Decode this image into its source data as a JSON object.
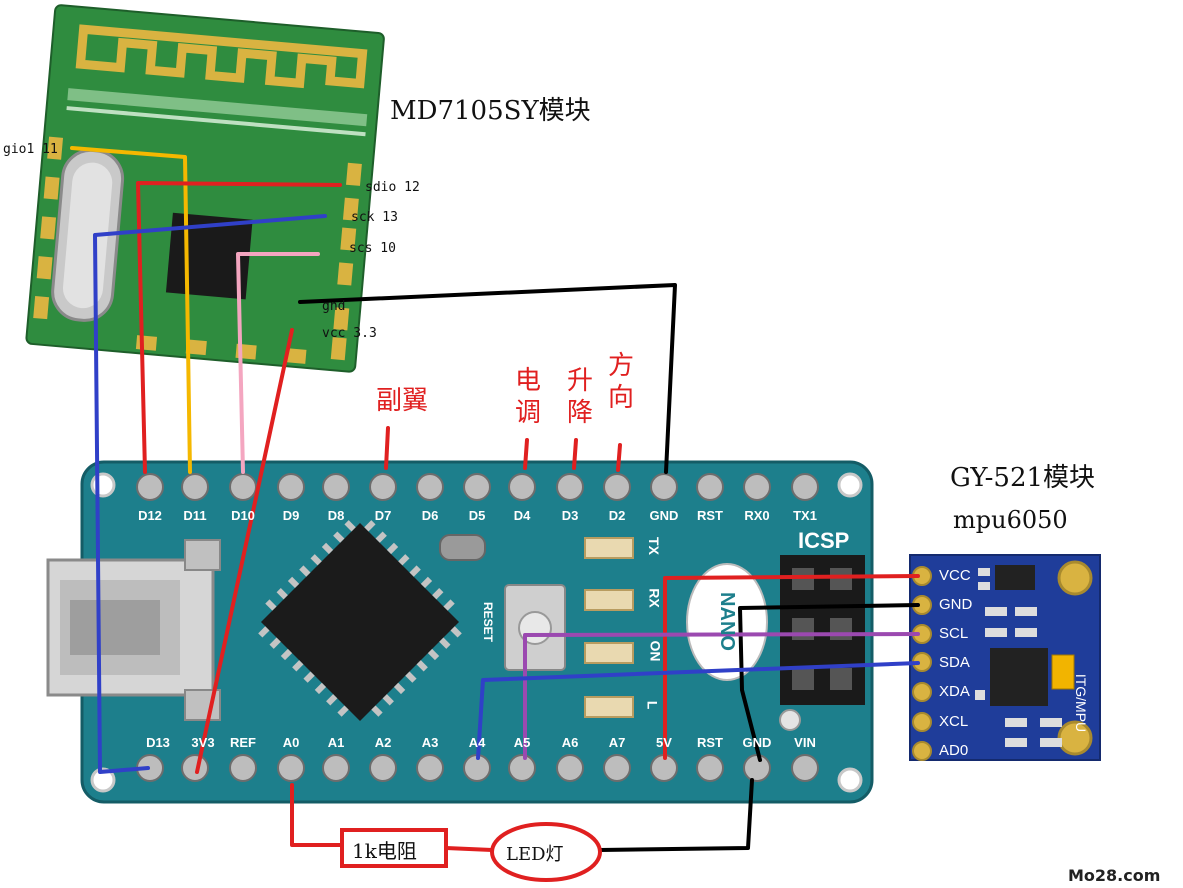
{
  "titles": {
    "rf_module": "MD7105SY模块",
    "imu_module_line1": "GY-521模块",
    "imu_module_line2": "mpu6050"
  },
  "rf_pins": {
    "gio1": "gio1  11",
    "sdio": "sdio 12",
    "sck": "sck  13",
    "scs": "scs  10",
    "gnd": "gnd",
    "vcc": "vcc 3.3"
  },
  "channels": {
    "aileron": "副翼",
    "throttle": "电调",
    "elevator": "升降",
    "rudder": "方向"
  },
  "nano": {
    "top_pins": [
      "D12",
      "D11",
      "D10",
      "D9",
      "D8",
      "D7",
      "D6",
      "D5",
      "D4",
      "D3",
      "D2",
      "GND",
      "RST",
      "RX0",
      "TX1"
    ],
    "bottom_pins": [
      "D13",
      "3V3",
      "REF",
      "A0",
      "A1",
      "A2",
      "A3",
      "A4",
      "A5",
      "A6",
      "A7",
      "5V",
      "RST",
      "GND",
      "VIN"
    ],
    "icsp": "ICSP",
    "name": "NANO",
    "reset": "RESET",
    "leds": [
      "TX",
      "RX",
      "ON",
      "L"
    ]
  },
  "mpu_pins": [
    "VCC",
    "GND",
    "SCL",
    "SDA",
    "XDA",
    "XCL",
    "AD0"
  ],
  "mpu_side_label": "ITG/MPU",
  "resistor": "1k电阻",
  "led": "LED灯",
  "watermark": "Mo28.com",
  "colors": {
    "board": "#1d7f8c",
    "rf_pcb": "#2f8c3f",
    "mpu_board": "#1f3d9a",
    "wire_red": "#e02020",
    "wire_blue": "#3040c8",
    "wire_yellow": "#f5b800",
    "wire_pink": "#f4a6c0",
    "wire_purple": "#9b49b0",
    "wire_black": "#000000"
  }
}
